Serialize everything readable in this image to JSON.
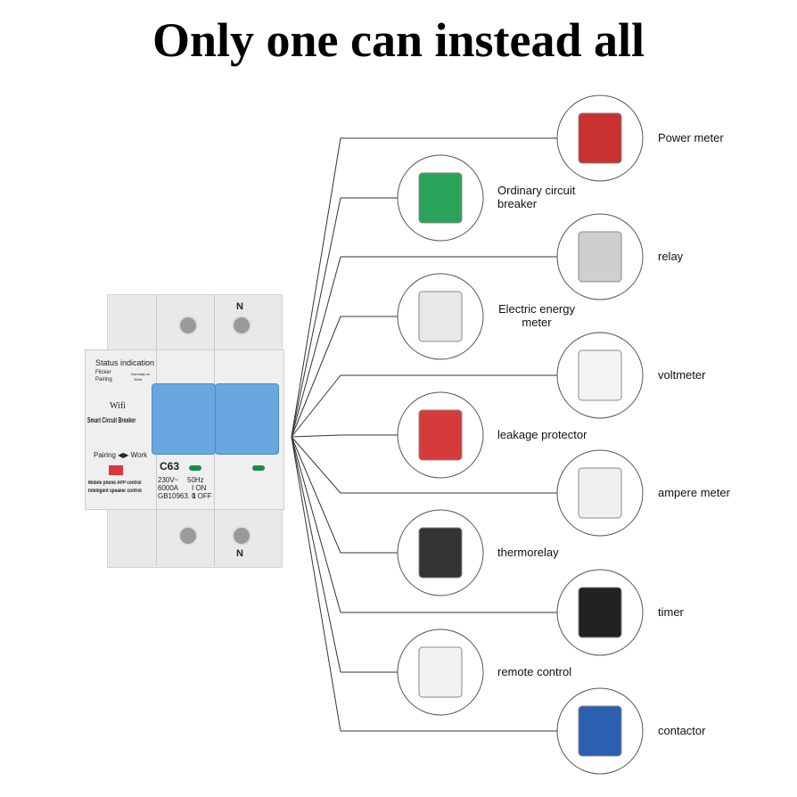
{
  "title": "Only one can instead all",
  "breaker": {
    "status": "Status indication",
    "flicker": "Flicker",
    "pairing": "Pairing",
    "normally_on": "Normally on",
    "work": "Work",
    "wifi": "Wifi",
    "name": "Smart Circuit Breaker",
    "pairing_work": "Pairing ◀▶ Work",
    "app": "Mobile phone APP control",
    "speaker": "Intelligent speaker control",
    "model": "C63",
    "voltage": "230V~",
    "freq": "50Hz",
    "capacity": "6000A",
    "on": "I ON",
    "off": "0 OFF",
    "standard": "GB10963. 1",
    "n_top": "N",
    "n_bottom": "N"
  },
  "items": [
    {
      "label": "Power meter",
      "side": "right",
      "icon": "power-meter"
    },
    {
      "label": "Ordinary circuit breaker",
      "side": "left",
      "icon": "circuit-breaker"
    },
    {
      "label": "relay",
      "side": "right",
      "icon": "relay"
    },
    {
      "label": "Electric energy meter",
      "side": "left",
      "icon": "energy-meter"
    },
    {
      "label": "voltmeter",
      "side": "right",
      "icon": "voltmeter"
    },
    {
      "label": "leakage protector",
      "side": "left",
      "icon": "leakage-protector"
    },
    {
      "label": "ampere meter",
      "side": "right",
      "icon": "ampere-meter"
    },
    {
      "label": "thermorelay",
      "side": "left",
      "icon": "thermorelay"
    },
    {
      "label": "timer",
      "side": "right",
      "icon": "timer"
    },
    {
      "label": "remote control",
      "side": "left",
      "icon": "remote-control"
    },
    {
      "label": "contactor",
      "side": "right",
      "icon": "contactor"
    }
  ]
}
